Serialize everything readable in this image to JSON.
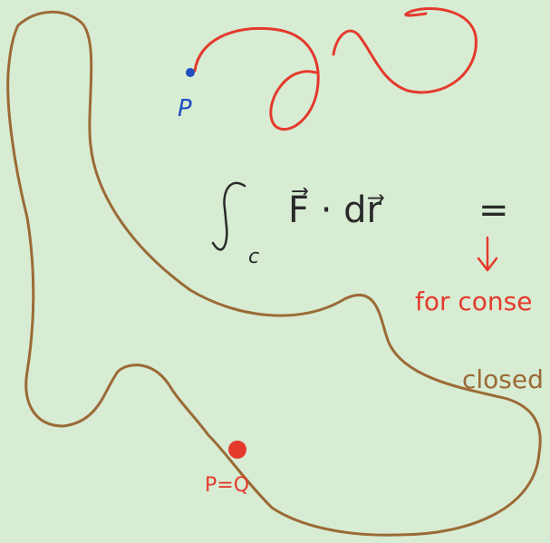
{
  "colors": {
    "background": "#d7ecd3",
    "closed_curve": "#9b6a36",
    "open_path": "#e43a2d",
    "point_p": "#1f4fbf",
    "ink": "#2a2a2a",
    "annotation": "#e43a2d"
  },
  "labels": {
    "point_p": "P",
    "point_p_eq_q": "P=Q",
    "integral_subscript": "c",
    "integral_body": "F⃗ · dr⃗",
    "equals": "=",
    "annotation_line1": "for conse",
    "annotation_line2": "closed"
  }
}
